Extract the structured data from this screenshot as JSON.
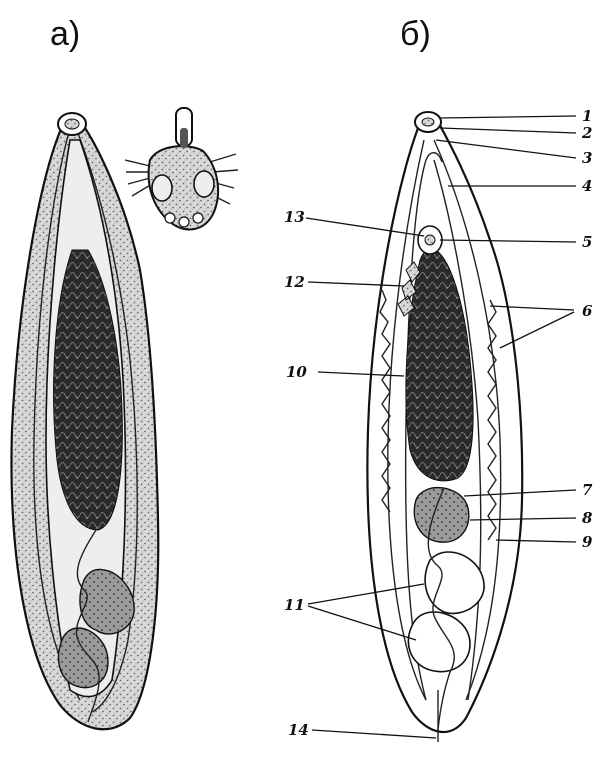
{
  "panels": [
    {
      "id": "a",
      "label": "а)"
    },
    {
      "id": "b",
      "label": "б)"
    }
  ],
  "callouts": [
    {
      "n": "1"
    },
    {
      "n": "2"
    },
    {
      "n": "3"
    },
    {
      "n": "4"
    },
    {
      "n": "5"
    },
    {
      "n": "6"
    },
    {
      "n": "7"
    },
    {
      "n": "8"
    },
    {
      "n": "9"
    },
    {
      "n": "10"
    },
    {
      "n": "11"
    },
    {
      "n": "12"
    },
    {
      "n": "13"
    },
    {
      "n": "14"
    }
  ],
  "colors": {
    "ink": "#111111",
    "stipple": "#6e6e6e",
    "dark": "#1c1c1c"
  }
}
